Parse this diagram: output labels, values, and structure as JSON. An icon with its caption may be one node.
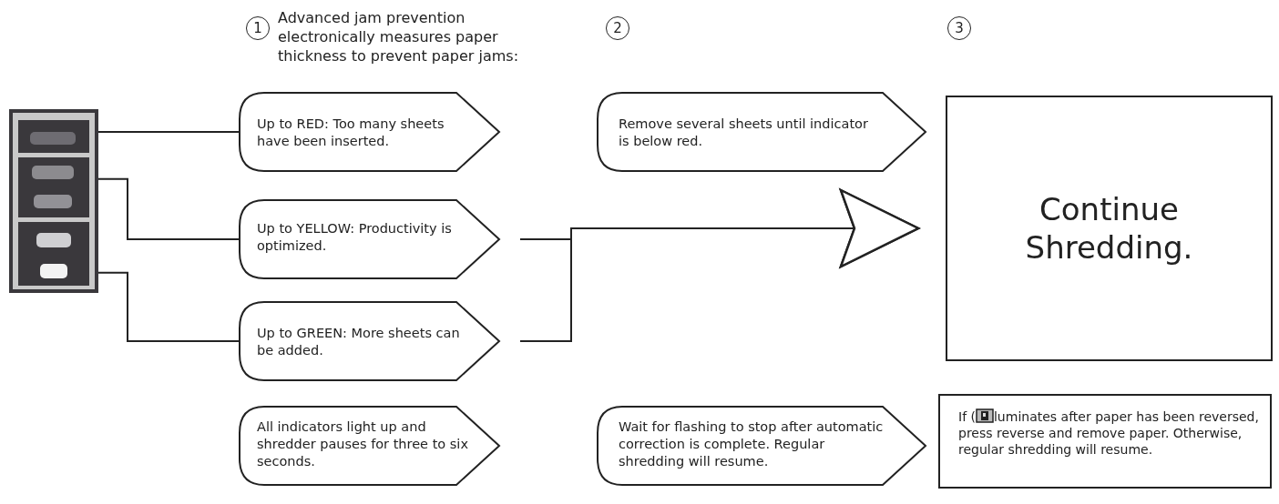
{
  "diagram": {
    "nodes": [
      {
        "text": [],
        "shape": "picture"
      },
      {
        "text": [
          "Up to RED: Too many sheets have been inserted."
        ]
      },
      {
        "text": [
          "Remove several sheets until indicator is below red."
        ]
      },
      {
        "text": [
          "Continue Shredding."
        ]
      },
      {
        "text": [
          "Up to YELLOW: Productivity is optimized."
        ]
      },
      {
        "text": [
          "Up to GREEN: More sheets can be added."
        ]
      },
      {
        "text": [
          "All indicators light up and shredder pauses for three to six seconds."
        ]
      },
      {
        "text": [
          "Wait for flashing to stop after automatic correction is complete. Regular shredding will resume."
        ]
      },
      {
        "text": [
          "If (",
          "luminates after paper has been reversed, press reverse and remove paper. Otherwise, regular shredding will resume."
        ]
      }
    ],
    "edges": [
      {
        "from": 0,
        "to": 1,
        "arrow": "none"
      },
      {
        "from": 0,
        "to": 4,
        "arrow": "none"
      },
      {
        "from": 0,
        "to": 5,
        "arrow": "none"
      },
      {
        "from": 4,
        "to": 3,
        "arrow": "to"
      },
      {
        "from": 5,
        "to": 3,
        "arrow": "to"
      }
    ],
    "labels": [
      "1",
      "Advanced jam prevention electronically measures paper thickness to prevent paper jams:",
      "2",
      "3"
    ]
  }
}
